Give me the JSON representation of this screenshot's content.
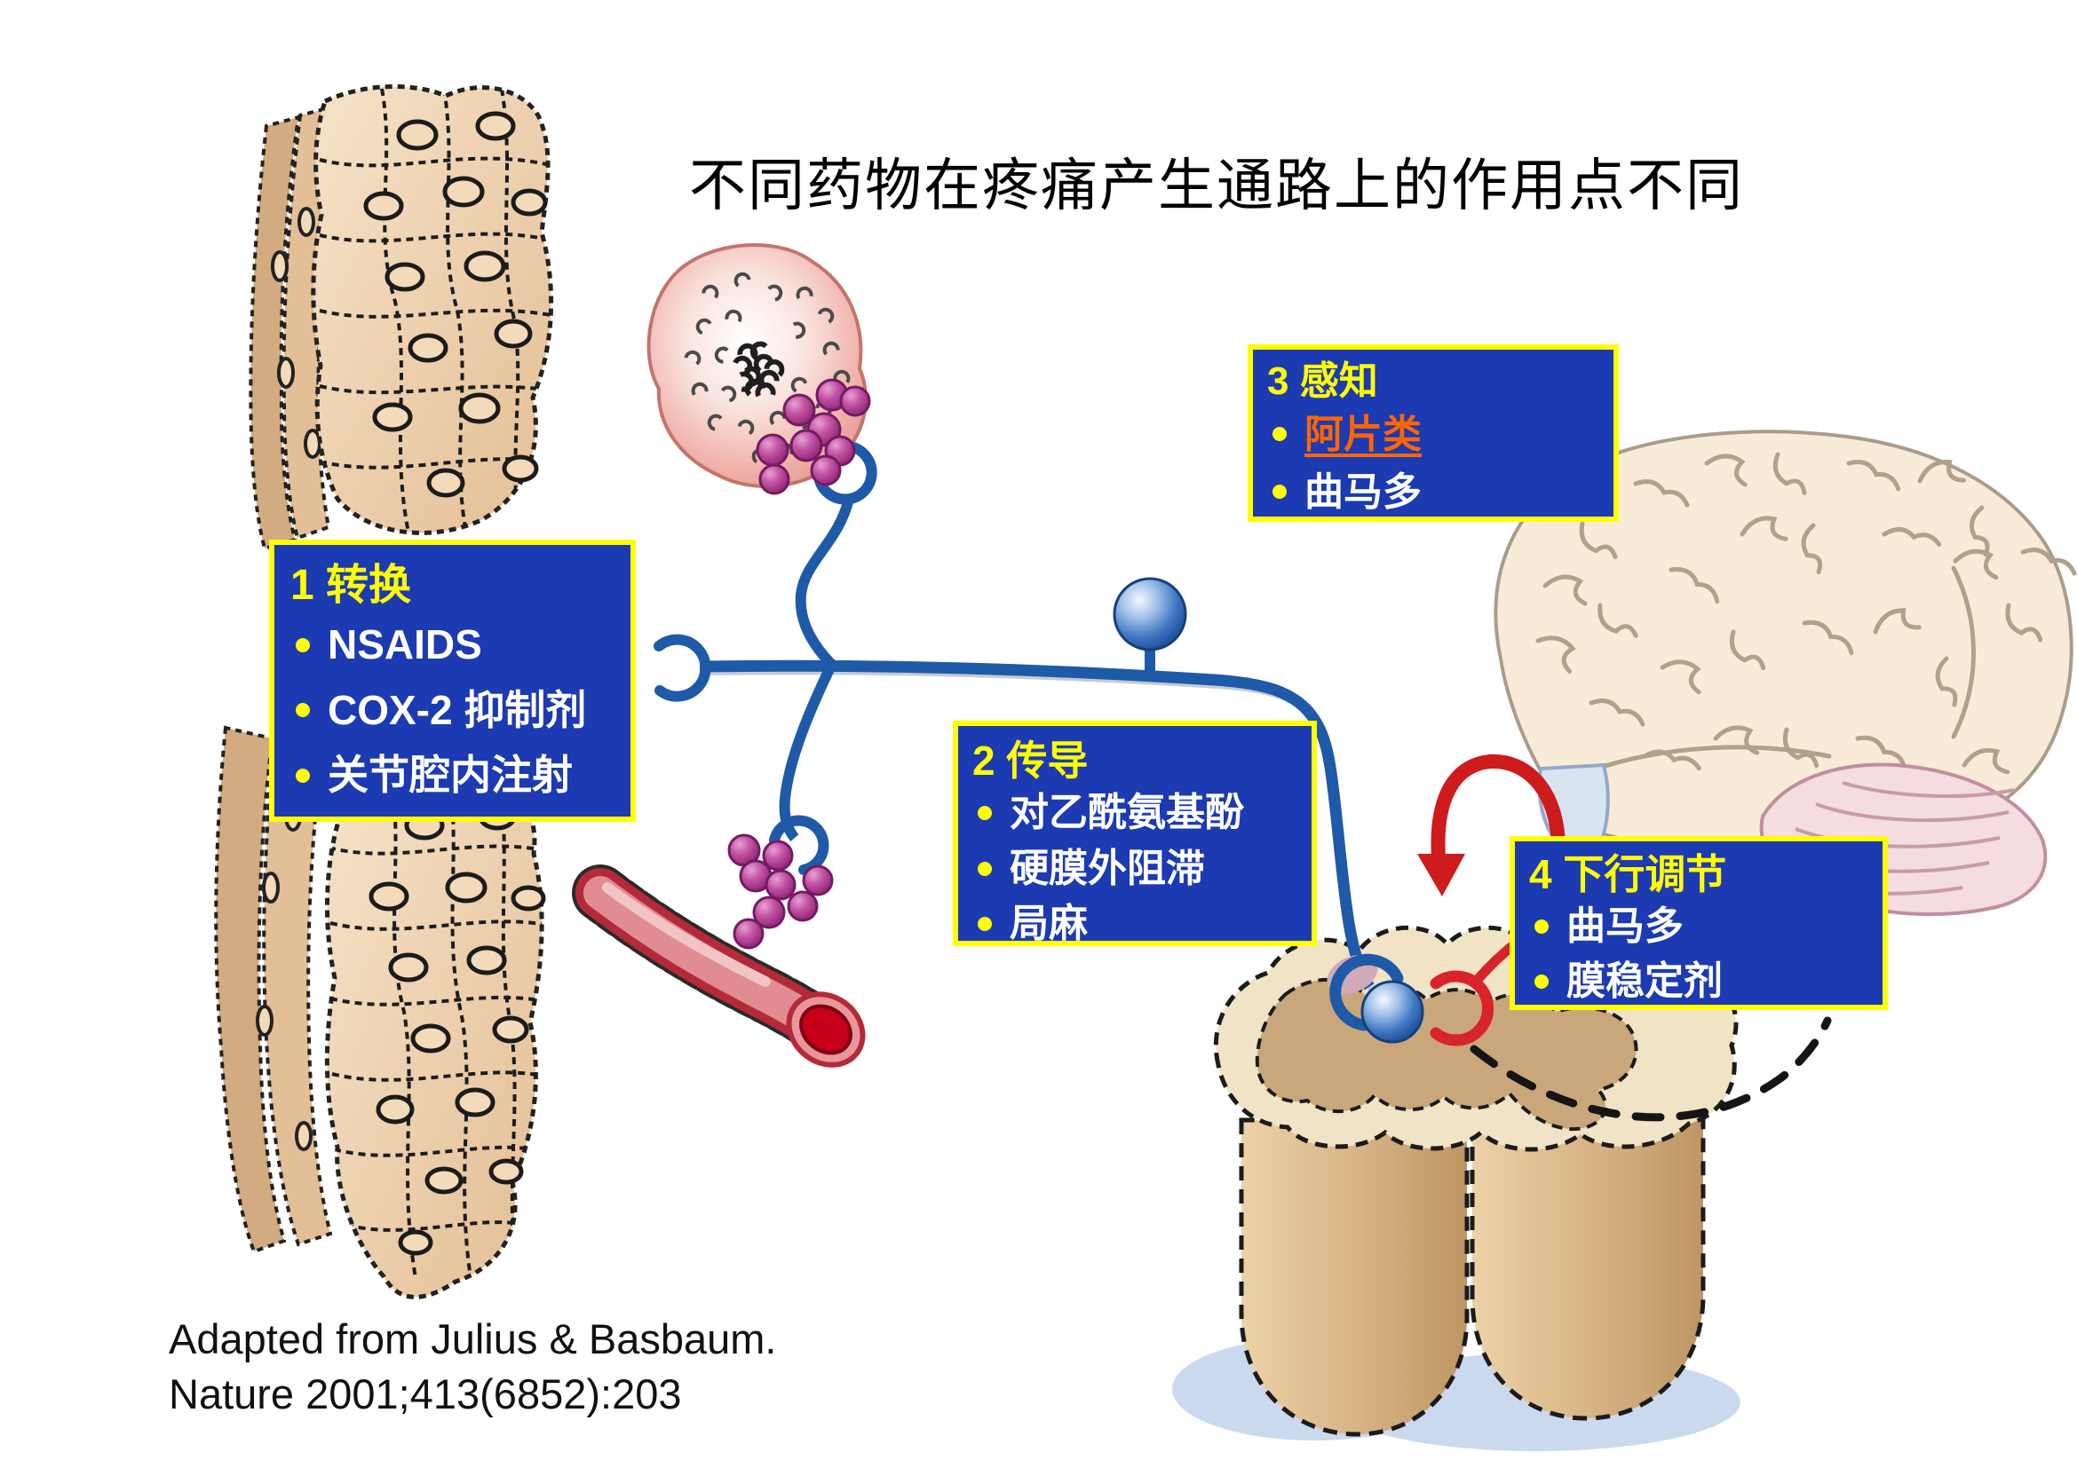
{
  "title": "不同药物在疼痛产生通路上的作用点不同",
  "boxes": {
    "transduction": {
      "heading": "1 转换",
      "items": [
        {
          "label": "NSAIDS"
        },
        {
          "label": "COX-2 抑制剂"
        },
        {
          "label": "关节腔内注射"
        }
      ]
    },
    "conduction": {
      "heading": "2 传导",
      "items": [
        {
          "label": "对乙酰氨基酚"
        },
        {
          "label": "硬膜外阻滞"
        },
        {
          "label": "局麻"
        }
      ]
    },
    "perception": {
      "heading": "3 感知",
      "items": [
        {
          "label": "阿片类",
          "emphasis": true
        },
        {
          "label": "曲马多"
        }
      ]
    },
    "modulation": {
      "heading": "4 下行调节",
      "items": [
        {
          "label": "曲马多"
        },
        {
          "label": "膜稳定剂"
        }
      ]
    }
  },
  "citation": {
    "line1": "Adapted from Julius & Basbaum.",
    "line2": "Nature 2001;413(6852):203"
  },
  "colors": {
    "box_bg": "#1C3AB2",
    "box_border": "#FFFF00",
    "heading_text": "#FFFF00",
    "item_text": "#FFFFFF",
    "emphasis_text": "#FF6600",
    "title_text": "#000000",
    "citation_text": "#111111",
    "nerve_blue": "#1F5AA8",
    "arrow_red": "#CE1B1B",
    "vesicle_purple": "#B23A92",
    "tissue_tan": "#E3BE94"
  },
  "illustrations": {
    "skin_upper": "skin-tissue-cross-section",
    "skin_lower": "skin-tissue-cross-section",
    "mast_cell": "inflammatory-cell-with-granules",
    "vesicles": "neurotransmitter-vesicles",
    "neuron": "primary-afferent-sensory-neuron",
    "vessel": "blood-vessel",
    "brain": "brain-lateral-view",
    "spinal_cord": "spinal-cord-cross-section",
    "descending_arrow": "descending-modulation-arrow",
    "projection_arrow": "ascending-projection-dashed-arrow"
  }
}
